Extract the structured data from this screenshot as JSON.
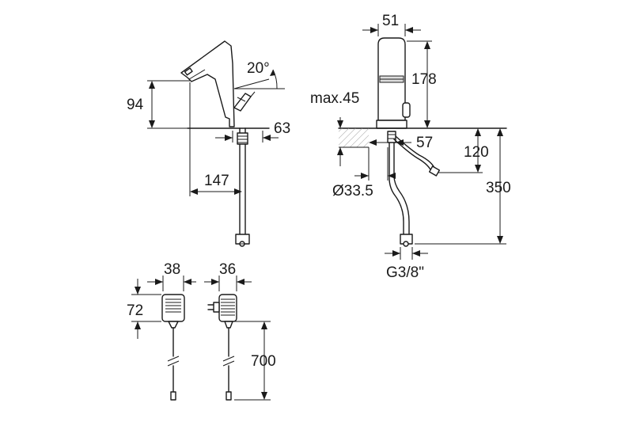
{
  "dimensions": {
    "side_view": {
      "angle": "20°",
      "height": "94",
      "base_width": "63",
      "reach": "147"
    },
    "front_view": {
      "width": "51",
      "height": "178",
      "max_deck": "max.45",
      "side_offset": "57",
      "hole_diameter": "Ø33.5",
      "hose_height": "120",
      "total_height": "350",
      "connection": "G3/8\""
    },
    "power_supply": {
      "width_front": "38",
      "width_side": "36",
      "height": "72",
      "cable_length": "700"
    }
  }
}
